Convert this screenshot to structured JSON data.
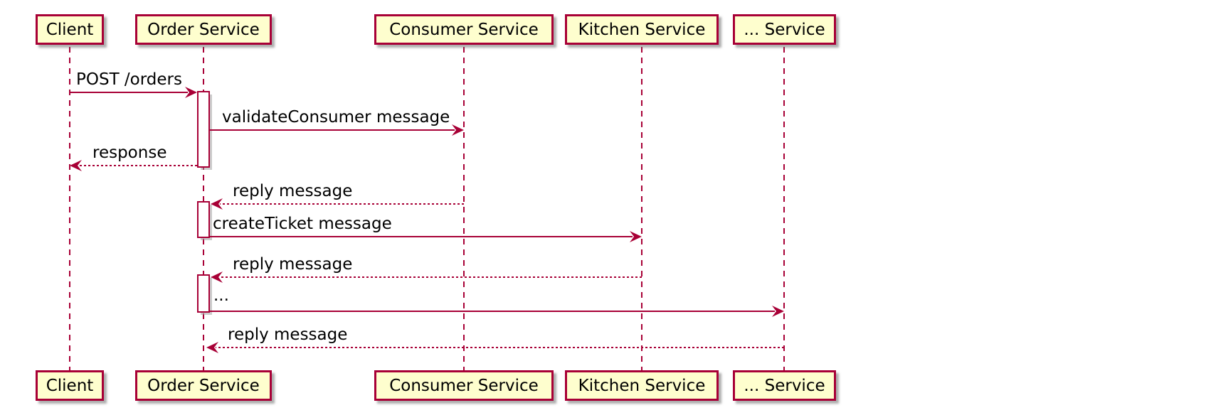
{
  "diagram": {
    "kind": "sequence-diagram",
    "colors": {
      "participant_fill": "#FEFECE",
      "line_and_border": "#A80036",
      "text": "#000000",
      "activation_fill": "#FFFFFF",
      "background": "#FFFFFF"
    },
    "participants": [
      {
        "name": "Client"
      },
      {
        "name": "Order Service"
      },
      {
        "name": "Consumer Service"
      },
      {
        "name": "Kitchen Service"
      },
      {
        "name": "... Service"
      }
    ],
    "messages": [
      {
        "from": "Client",
        "to": "Order Service",
        "label": "POST /orders",
        "line": "solid"
      },
      {
        "from": "Order Service",
        "to": "Consumer Service",
        "label": "validateConsumer message",
        "line": "solid"
      },
      {
        "from": "Order Service",
        "to": "Client",
        "label": "response",
        "line": "dashed"
      },
      {
        "from": "Consumer Service",
        "to": "Order Service",
        "label": "reply message",
        "line": "dashed"
      },
      {
        "from": "Order Service",
        "to": "Kitchen Service",
        "label": "createTicket message",
        "line": "solid"
      },
      {
        "from": "Kitchen Service",
        "to": "Order Service",
        "label": "reply message",
        "line": "dashed"
      },
      {
        "from": "Order Service",
        "to": "... Service",
        "label": "...",
        "line": "solid"
      },
      {
        "from": "... Service",
        "to": "Order Service",
        "label": "reply message",
        "line": "dashed"
      }
    ]
  }
}
